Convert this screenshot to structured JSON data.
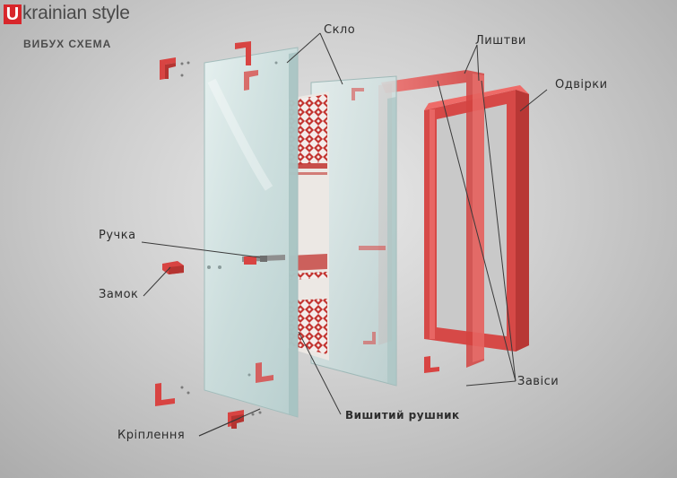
{
  "brand": {
    "logo_letter": "U",
    "logo_rest": "krainian style"
  },
  "subtitle": "ВИБУХ СХЕМА",
  "labels": {
    "glass": "Скло",
    "trims": "Лиштви",
    "frames": "Одвірки",
    "handle": "Ручка",
    "lock": "Замок",
    "hinges": "Завіси",
    "towel": "Вишитий рушник",
    "fasteners": "Кріплення"
  },
  "colors": {
    "accent": "#e8504f",
    "accent_dark": "#c73a38",
    "glass": "#cfe3e2",
    "leader": "#3a3a3a"
  }
}
